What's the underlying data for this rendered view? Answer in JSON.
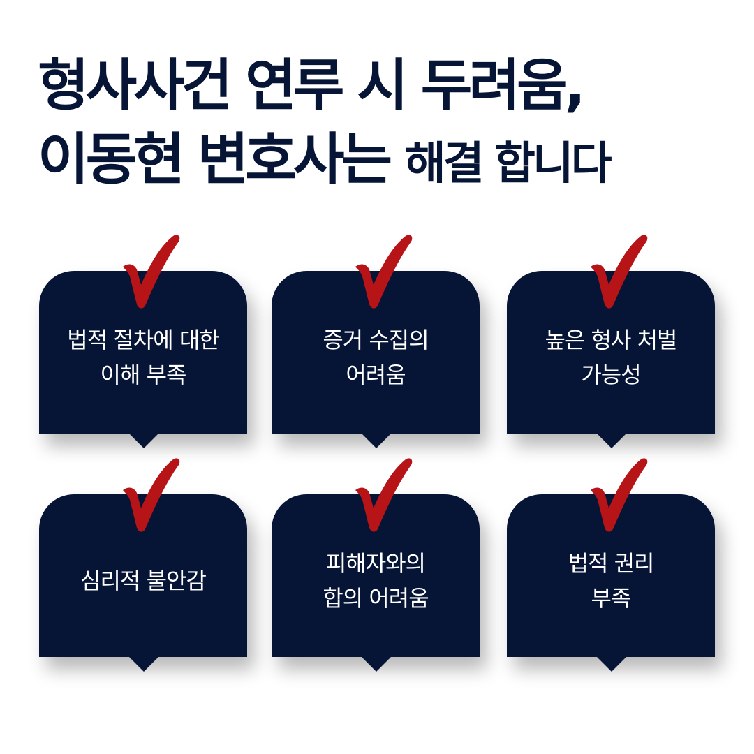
{
  "header": {
    "line1": "형사사건 연루 시 두려움,",
    "line2_main": "이동현 변호사는",
    "line2_small": "해결 합니다"
  },
  "colors": {
    "navy": "#061436",
    "check_red": "#b71418",
    "text_white": "#ffffff"
  },
  "cards": [
    {
      "icon": "checkmark-icon",
      "text": "법적 절차에 대한\n이해 부족"
    },
    {
      "icon": "checkmark-icon",
      "text": "증거 수집의\n어려움"
    },
    {
      "icon": "checkmark-icon",
      "text": "높은 형사 처벌\n가능성"
    },
    {
      "icon": "checkmark-icon",
      "text": "심리적 불안감"
    },
    {
      "icon": "checkmark-icon",
      "text": "피해자와의\n합의 어려움"
    },
    {
      "icon": "checkmark-icon",
      "text": "법적 권리\n부족"
    }
  ]
}
